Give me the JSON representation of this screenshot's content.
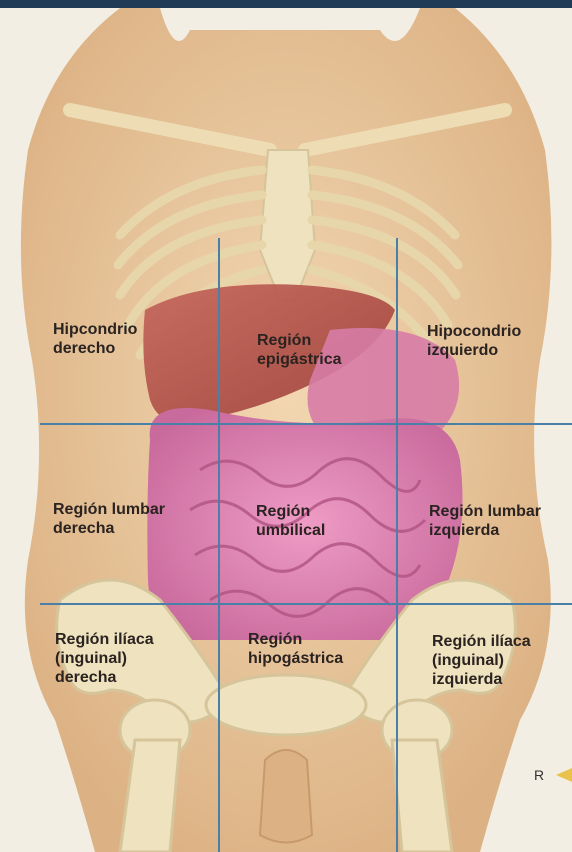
{
  "regions": [
    {
      "id": "hipocondrio-derecho",
      "lines": [
        "Hipcondrio",
        "derecho"
      ]
    },
    {
      "id": "region-epigastrica",
      "lines": [
        "Región",
        "epigástrica"
      ]
    },
    {
      "id": "hipocondrio-izquierdo",
      "lines": [
        "Hipocondrio",
        "izquierdo"
      ]
    },
    {
      "id": "region-lumbar-derecha",
      "lines": [
        "Región lumbar",
        "derecha"
      ]
    },
    {
      "id": "region-umbilical",
      "lines": [
        "Región",
        "umbilical"
      ]
    },
    {
      "id": "region-lumbar-izquierda",
      "lines": [
        "Región lumbar",
        "izquierda"
      ]
    },
    {
      "id": "region-iliaca-derecha",
      "lines": [
        "Región ilíaca",
        "(inguinal)",
        "derecha"
      ]
    },
    {
      "id": "region-hipogastrica",
      "lines": [
        "Región",
        "hipogástrica"
      ]
    },
    {
      "id": "region-iliaca-izquierda",
      "lines": [
        "Región ilíaca",
        "(inguinal)",
        "izquierda"
      ]
    }
  ],
  "orientation_marker": "R",
  "colors": {
    "skin": "#e9c9a0",
    "bone": "#efe2bf",
    "liver": "#b8544a",
    "intestine": "#dc86b2",
    "grid_line": "#4a7fa8",
    "label_text": "#2a2320",
    "top_bar": "#1f3b55"
  }
}
